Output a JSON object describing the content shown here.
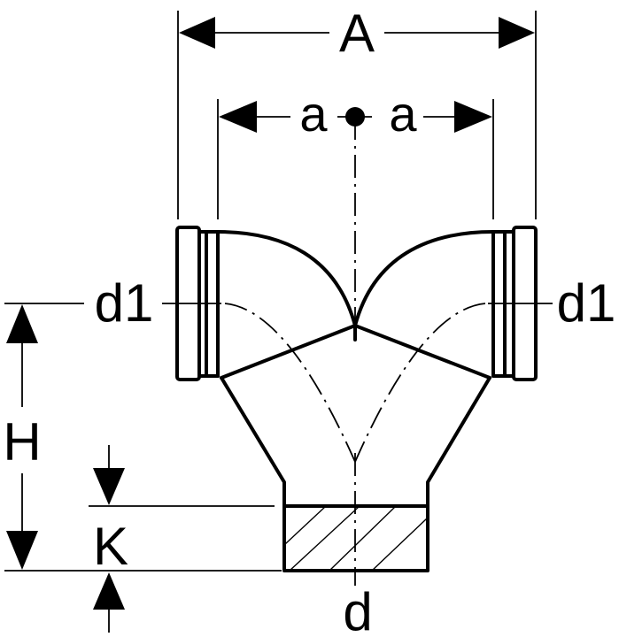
{
  "labels": {
    "A": "A",
    "a_left": "a",
    "a_right": "a",
    "d1_left": "d1",
    "d1_right": "d1",
    "H": "H",
    "K": "K",
    "d": "d"
  },
  "colors": {
    "line": "#000000",
    "background": "#ffffff"
  }
}
